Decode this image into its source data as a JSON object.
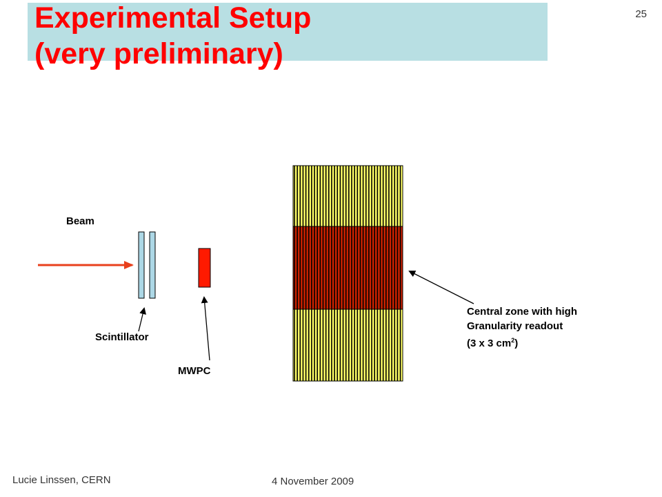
{
  "slide": {
    "title_line1": "Experimental Setup",
    "title_line2": "(very preliminary)",
    "number": "25"
  },
  "labels": {
    "beam": "Beam",
    "scintillator": "Scintillator",
    "mwpc": "MWPC",
    "callout_line1": "Central zone with high",
    "callout_line2": "Granularity readout",
    "callout_line3_pre": "(3 x 3 cm",
    "callout_line3_sup": "2",
    "callout_line3_post": ")"
  },
  "footer": {
    "author": "Lucie Linssen, CERN",
    "date": "4 November 2009"
  },
  "colors": {
    "title": "#ff0000",
    "title_band": "#b8dfe3",
    "beam_arrow": "#e8401c",
    "scintillator": "#add8e6",
    "mwpc": "#ff1a00",
    "outer_zone": "#ffff66",
    "central_zone": "#cc2200",
    "stripe": "#000000"
  }
}
